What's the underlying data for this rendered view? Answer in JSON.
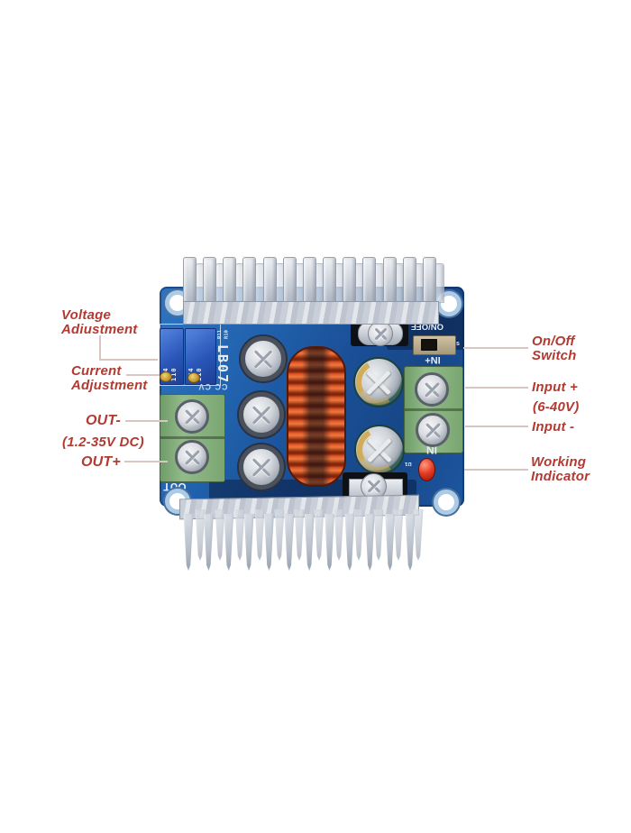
{
  "colors": {
    "annotation_red": "#b23a31",
    "leader_line": "#d9c6c3",
    "pcb_blue": "#1d5aa4",
    "heatsink_silver": "#ccd2da",
    "terminal_green": "#85ad7c",
    "trimmer_blue": "#2a56b8",
    "coil_orange": "#e0572a",
    "capacitor_teal": "#2a5751",
    "led_red": "#d93322"
  },
  "annotations": {
    "left": [
      {
        "label": "Voltage\nAdiustment"
      },
      {
        "label": "Current\nAdjustment"
      },
      {
        "label": "OUT-"
      },
      {
        "label": "(1.2-35V DC)"
      },
      {
        "label": "OUT+"
      }
    ],
    "right": [
      {
        "label": "On/Off\nSwitch"
      },
      {
        "label": "Input +"
      },
      {
        "label": "(6-40V)"
      },
      {
        "label": "Input -"
      },
      {
        "label": "Working\nIndicator"
      }
    ]
  },
  "board_silkscreen": {
    "model": "LB07",
    "resistor_labels": "R11\nR10",
    "switch_label": "ON/OFF",
    "switch_side_label": "s",
    "input_plus": "IN+",
    "input": "IN",
    "output": "OUT",
    "cc_cv": "CC CV",
    "trimmer_marking": "104\n110",
    "led_label": "D1"
  }
}
